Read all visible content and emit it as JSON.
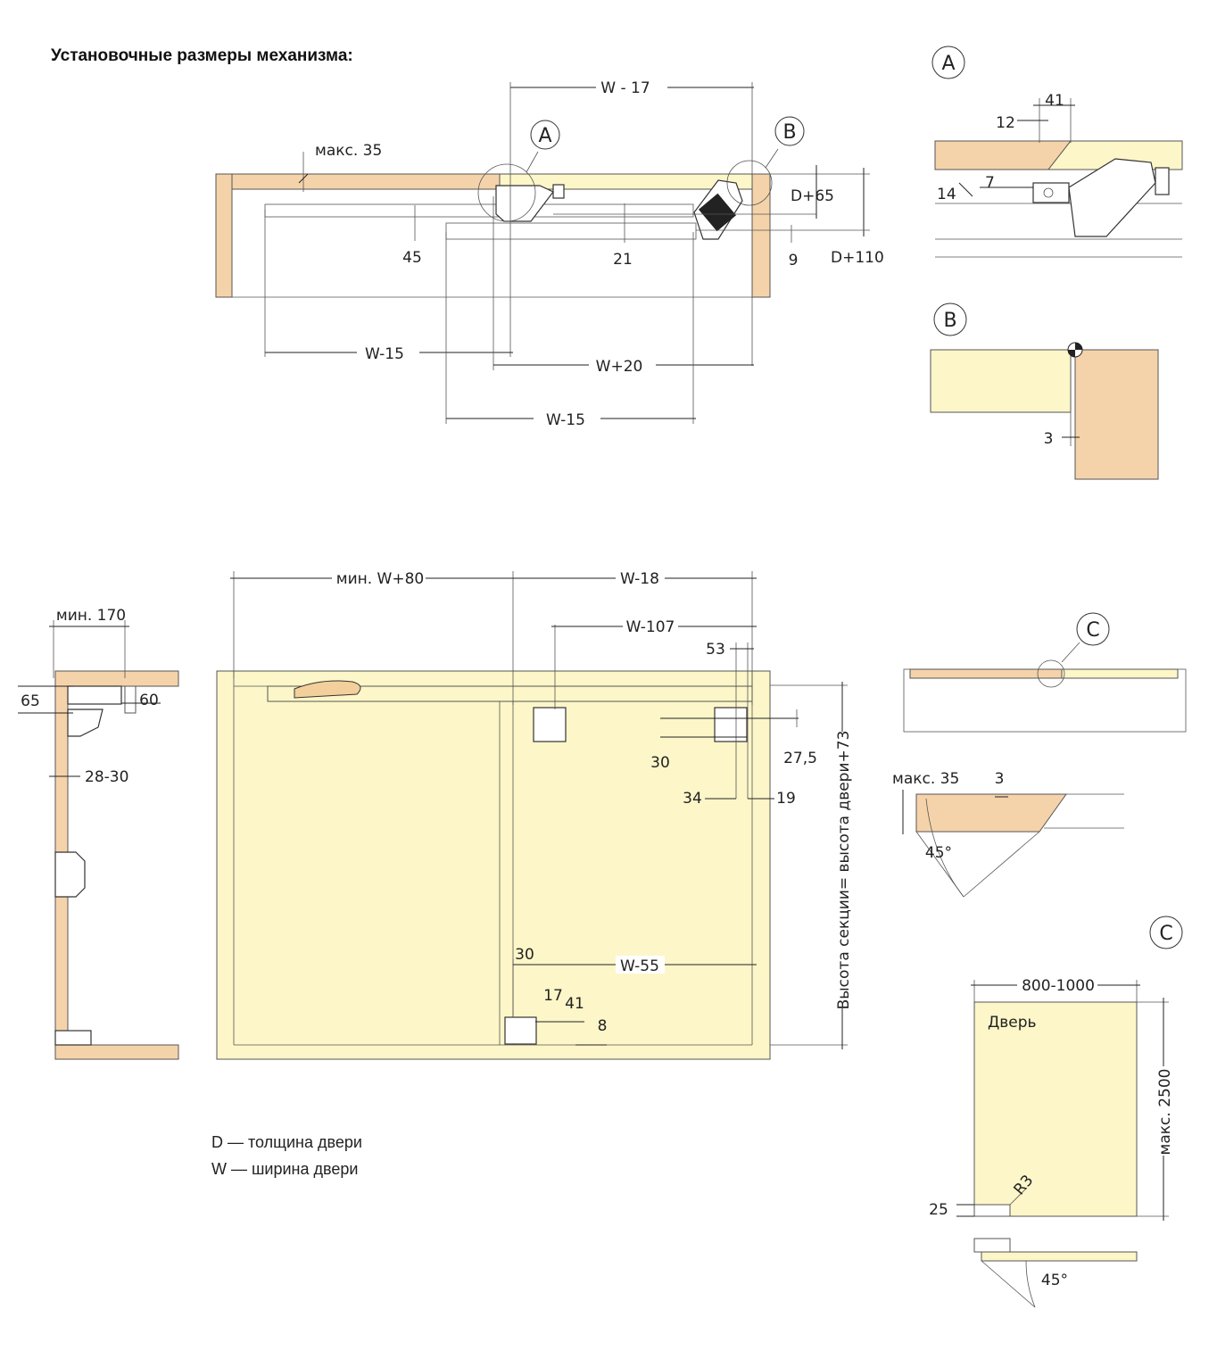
{
  "header": {
    "title": "Установочные размеры механизма:"
  },
  "legend": {
    "d": "D — толщина двери",
    "w": "W — ширина двери"
  },
  "top_view": {
    "w_minus_17": "W - 17",
    "max_35": "макс. 35",
    "label_a": "A",
    "label_b": "B",
    "d_65": "D+65",
    "d_110": "D+110",
    "d45": "45",
    "d21": "21",
    "d9": "9",
    "w_15_a": "W-15",
    "w_20": "W+20",
    "w_15_b": "W-15"
  },
  "detail_a": {
    "label": "A",
    "d41": "41",
    "d12": "12",
    "d14": "14",
    "d7": "7"
  },
  "detail_b": {
    "label": "B",
    "d3": "3"
  },
  "side_view": {
    "min_170": "мин. 170",
    "d65": "65",
    "d60": "60",
    "d28_30": "28-30"
  },
  "front_view": {
    "min_w80": "мин. W+80",
    "w_18": "W-18",
    "w_107": "W-107",
    "d53": "53",
    "d30a": "30",
    "d27_5": "27,5",
    "d34": "34",
    "d19": "19",
    "height": "Высота секции= высота двери+73",
    "d30b": "30",
    "w_55": "W-55",
    "d17": "17",
    "d41": "41",
    "d8": "8"
  },
  "detail_c_top": {
    "label": "C",
    "max_35": "макс. 35",
    "d3": "3",
    "angle": "45°"
  },
  "detail_c": {
    "label": "C",
    "width": "800-1000",
    "door": "Дверь",
    "height": "макс. 2500",
    "d25": "25",
    "r3": "R3",
    "angle": "45°"
  }
}
